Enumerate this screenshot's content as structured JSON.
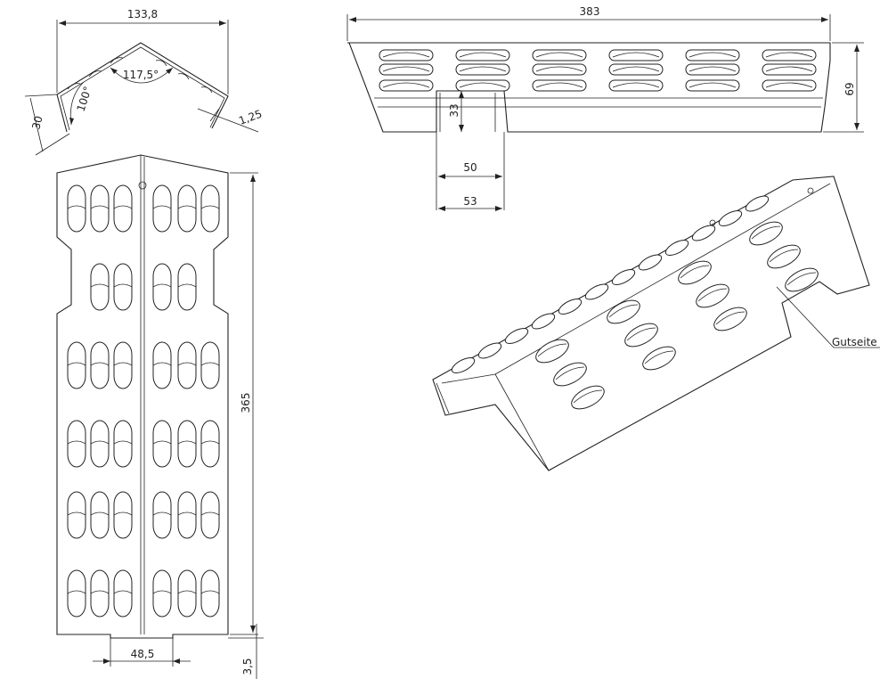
{
  "dimensions": {
    "top_width": "133,8",
    "apex_angle": "117,5°",
    "bend_angle": "100°",
    "flange_height": "30",
    "thickness": "1,25",
    "side_length": "383",
    "side_height": "69",
    "notch_depth": "33",
    "notch_inner": "50",
    "notch_outer": "53",
    "flat_length": "365",
    "bottom_notch_width": "48,5",
    "bottom_notch_depth": "3,5"
  },
  "labels": {
    "good_side": "Gutseite"
  }
}
